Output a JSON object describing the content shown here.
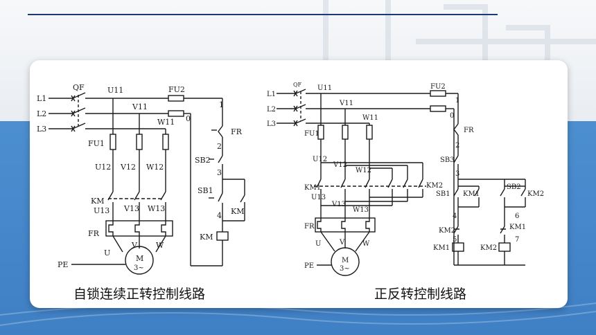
{
  "left_diagram": {
    "caption": "自锁连续正转控制线路",
    "labels": {
      "l1": "L1",
      "l2": "L2",
      "l3": "L3",
      "qf": "QF",
      "u11": "U11",
      "v11": "V11",
      "w11": "W11",
      "fu1": "FU1",
      "fu2": "FU2",
      "u12": "U12",
      "v12": "V12",
      "w12": "W12",
      "km_main": "KM",
      "u13": "U13",
      "v13": "V13",
      "w13": "W13",
      "fr_heater": "FR",
      "u": "U",
      "v": "V",
      "w": "W",
      "pe": "PE",
      "motor_m": "M",
      "motor_3": "3~",
      "node1": "1",
      "node0": "0",
      "fr_contact": "FR",
      "node2": "2",
      "sb2": "SB2",
      "node3": "3",
      "sb1": "SB1",
      "km_aux": "KM",
      "node4": "4",
      "km_coil": "KM"
    }
  },
  "right_diagram": {
    "caption": "正反转控制线路",
    "labels": {
      "l1": "L1",
      "l2": "L2",
      "l3": "L3",
      "qf": "QF",
      "u11": "U11",
      "v11": "V11",
      "w11": "W11",
      "fu1": "FU1",
      "fu2": "FU2",
      "node1": "1",
      "node0": "0",
      "fr_contact": "FR",
      "node2": "2",
      "sb3": "SB3",
      "node3": "3",
      "u12": "U12",
      "v12": "V12",
      "w12": "W12",
      "km1": "KM1",
      "km2": "KM2",
      "u13": "U13",
      "v13": "V13",
      "w13": "W13",
      "fr_heater": "FR",
      "u": "U",
      "v": "V",
      "w": "W",
      "pe": "PE",
      "motor_m": "M",
      "motor_3": "3~",
      "sb1": "SB1",
      "sb2": "SB2",
      "km1_aux": "KM1",
      "km2_aux": "KM2",
      "node4": "4",
      "node6": "6",
      "km2_nc": "KM2",
      "km1_nc": "KM1",
      "node5": "5",
      "node7": "7",
      "km1_coil": "KM1",
      "km2_coil": "KM2"
    }
  }
}
